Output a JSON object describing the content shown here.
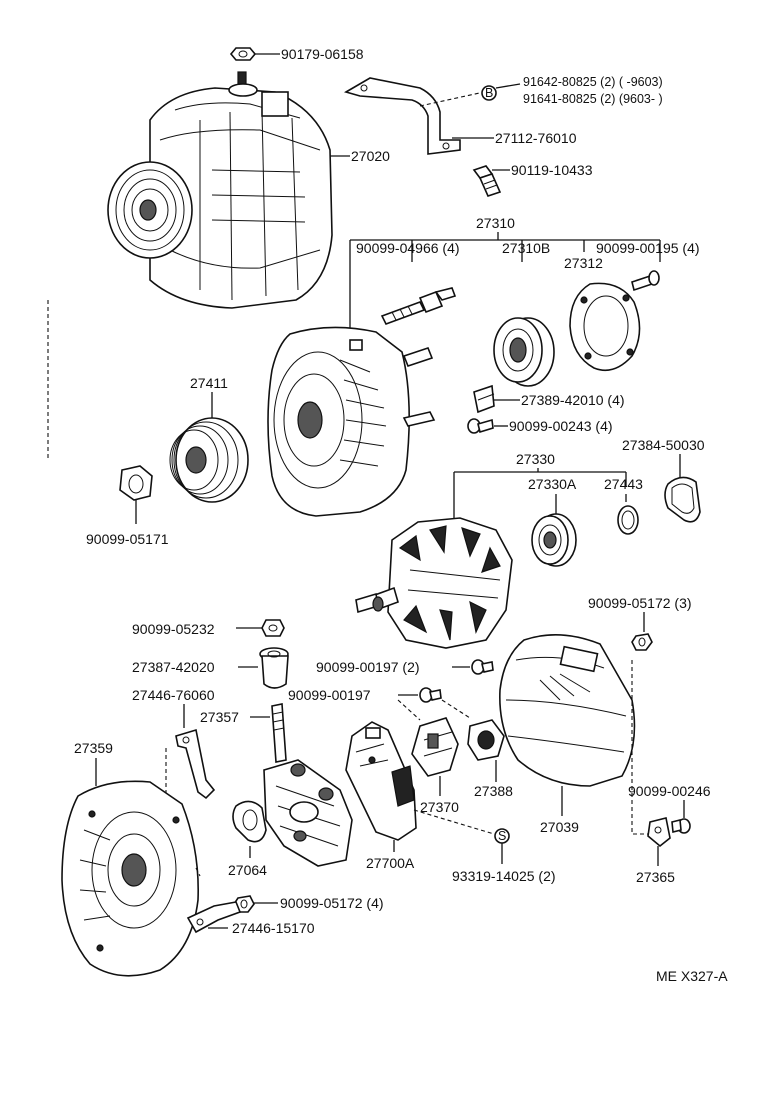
{
  "labels": {
    "l01": "90179-06158",
    "l02": "91642-80825 (2) (        -9603)",
    "l03": "91641-80825 (2) (9603-        )",
    "l04": "27112-76010",
    "l05": "27020",
    "l06": "90119-10433",
    "l07": "27310",
    "l08": "90099-04966 (4)",
    "l09": "27310B",
    "l10": "27312",
    "l11": "90099-00195 (4)",
    "l12": "27411",
    "l13": "27389-42010 (4)",
    "l14": "90099-00243 (4)",
    "l15": "27384-50030",
    "l16": "27330",
    "l17": "27330A",
    "l18": "27443",
    "l19": "90099-05171",
    "l20": "90099-05172 (3)",
    "l21": "90099-05232",
    "l22": "27387-42020",
    "l23": "90099-00197 (2)",
    "l24": "27446-76060",
    "l25": "90099-00197",
    "l26": "27357",
    "l27": "27359",
    "l28": "27370",
    "l29": "27388",
    "l30": "27039",
    "l31": "90099-00246",
    "l32": "27064",
    "l33": "27700A",
    "l34": "93319-14025 (2)",
    "l35": "27365",
    "l36": "90099-05172 (4)",
    "l37": "27446-15170",
    "l38": "ME  X327-A"
  },
  "markers": {
    "washer_b": "B",
    "washer_s": "S"
  }
}
